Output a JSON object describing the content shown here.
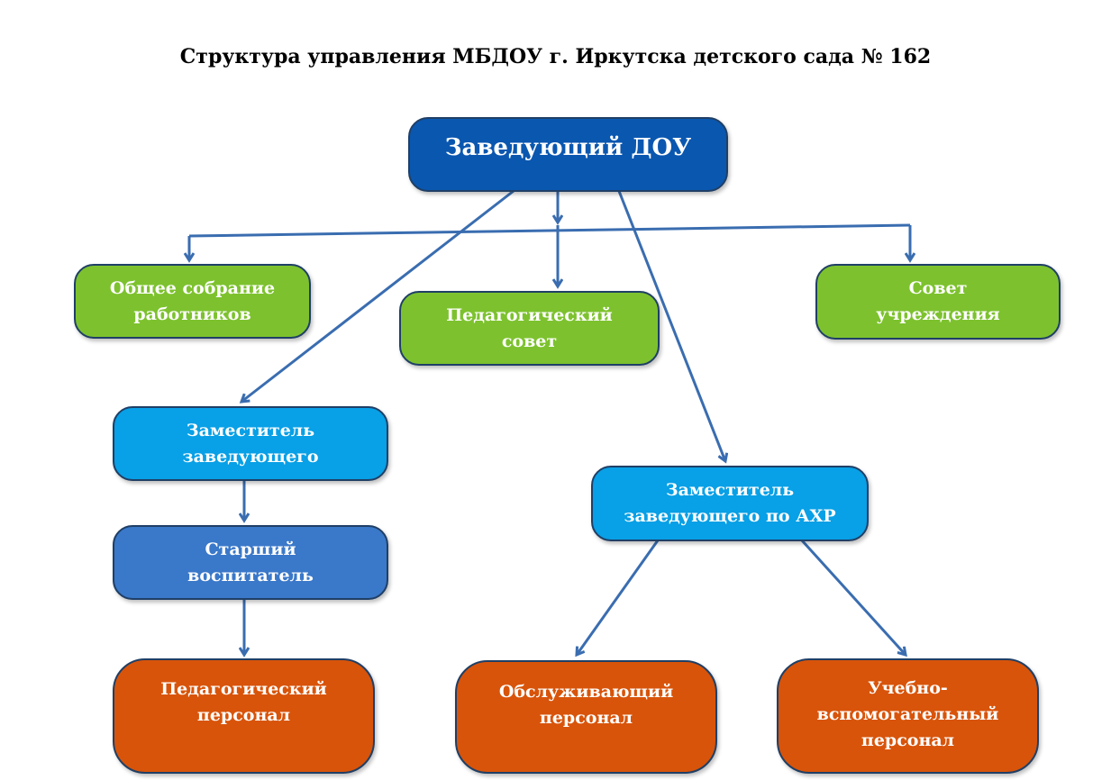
{
  "title": "Структура управления МБДОУ г. Иркутска детского сада № 162",
  "colors": {
    "head": "#0a57b0",
    "council": "#7dc22e",
    "deputy": "#08a0e6",
    "senior": "#3a78c9",
    "staff": "#d8540a",
    "arrow": "#3a6db0"
  },
  "nodes": {
    "head": [
      "Заведующий ДОУ"
    ],
    "general_meeting": [
      "Общее собрание",
      "работников"
    ],
    "ped_council": [
      "Педагогический",
      "совет"
    ],
    "institution_council": [
      "Совет",
      "учреждения"
    ],
    "deputy": [
      "Заместитель",
      "заведующего"
    ],
    "deputy_ahr": [
      "Заместитель",
      "заведующего по АХР"
    ],
    "senior_teacher": [
      "Старший",
      "воспитатель"
    ],
    "ped_staff": [
      "Педагогический",
      "персонал"
    ],
    "service_staff": [
      "Обслуживающий",
      "персонал"
    ],
    "aux_staff": [
      "Учебно-",
      "вспомогательный",
      "персонал"
    ]
  }
}
